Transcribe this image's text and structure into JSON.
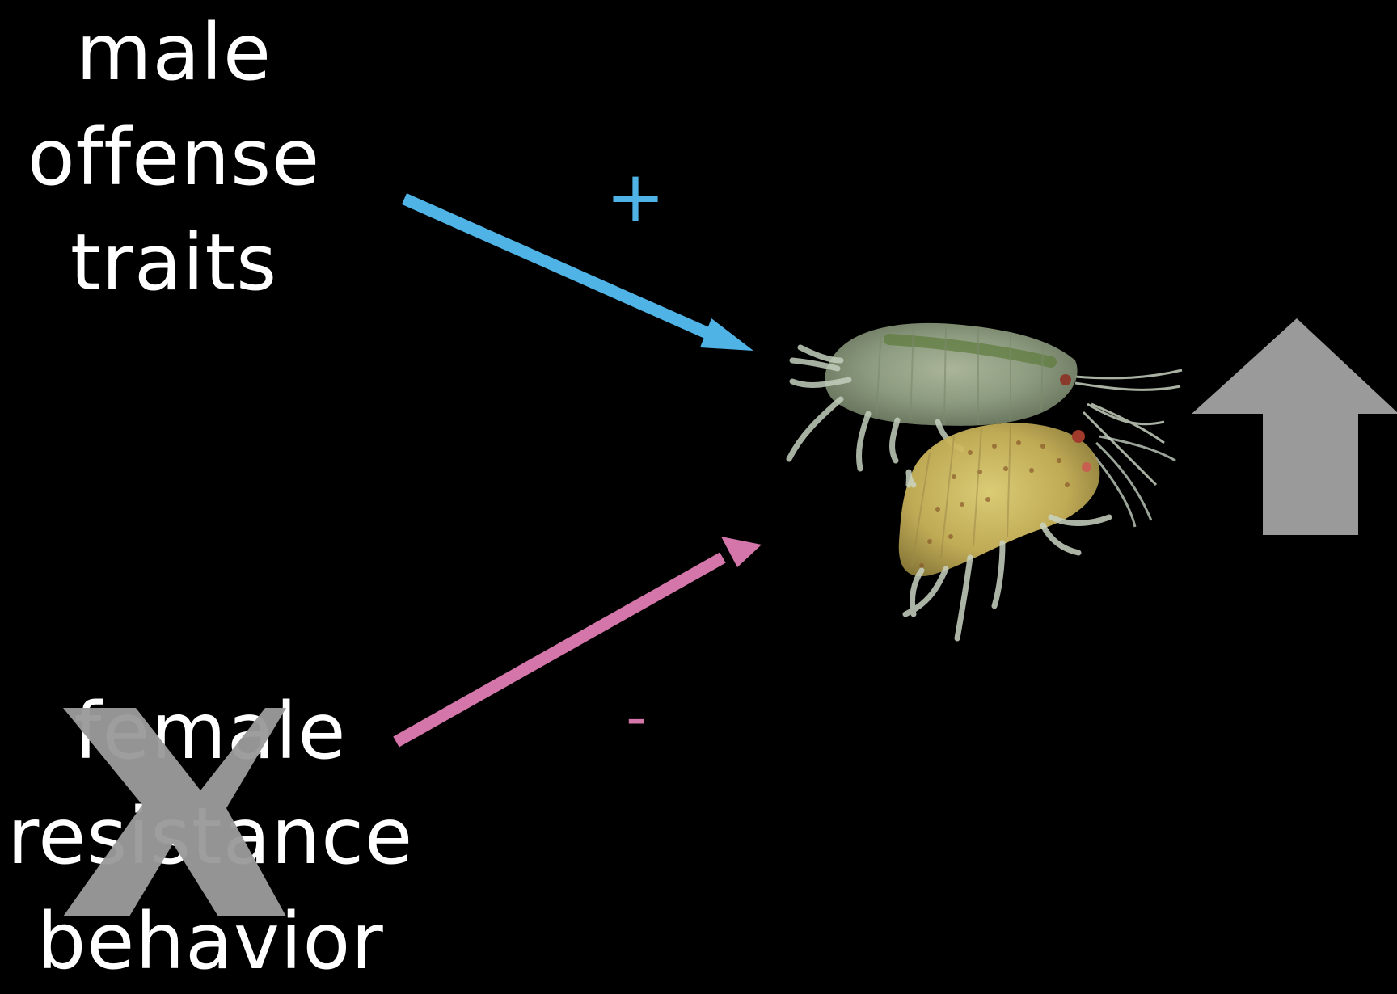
{
  "labels": {
    "male": [
      "male",
      "offense",
      "traits"
    ],
    "female": [
      "female",
      "resistance",
      "behavior"
    ]
  },
  "signs": {
    "plus": "+",
    "minus": "-"
  },
  "colors": {
    "background": "#000000",
    "text": "#ffffff",
    "male_arrow": "#4fb3e6",
    "female_arrow": "#d576aa",
    "gray_symbol": "#9a9a9a",
    "plus_sign": "#4fb3e6",
    "minus_sign": "#d576aa"
  },
  "icons": {
    "trend_up": "up-arrow-icon",
    "crossed_out": "x-cross-icon"
  }
}
